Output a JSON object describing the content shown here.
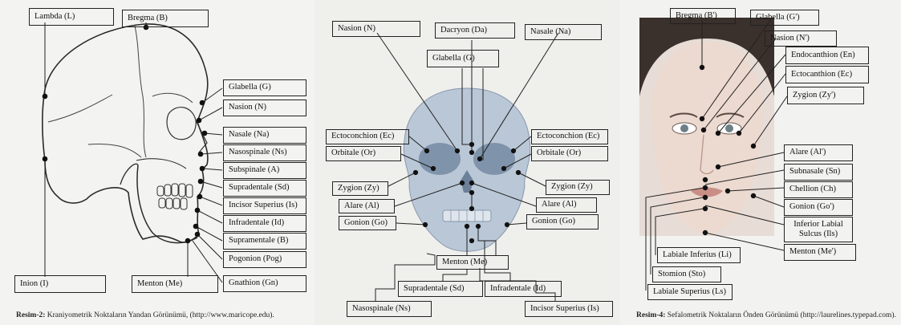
{
  "panel1": {
    "labels": {
      "lambda": "Lambda (L)",
      "bregma": "Bregma (B)",
      "glabella": "Glabella (G)",
      "nasion": "Nasion (N)",
      "nasale": "Nasale (Na)",
      "nasospinale": "Nasospinale (Ns)",
      "subspinale": "Subspinale (A)",
      "supradentale": "Supradentale (Sd)",
      "incisor": "Incisor Superius (Is)",
      "infradentale": "Infradentale (Id)",
      "supramentale": "Supramentale (B)",
      "pogonion": "Pogonion (Pog)",
      "gnathion": "Gnathion (Gn)",
      "menton": "Menton (Me)",
      "inion": "Inion (I)"
    },
    "caption_bold": "Resim-2:",
    "caption_text": " Kraniyometrik Noktaların Yandan Görünümü, (http://www.maricope.edu)."
  },
  "panel2": {
    "labels": {
      "nasion": "Nasion (N)",
      "dacryon": "Dacryon (Da)",
      "nasale": "Nasale (Na)",
      "glabella": "Glabella (G)",
      "ecto_l": "Ectoconchion (Ec)",
      "orbitale_l": "Orbitale (Or)",
      "zygion_l": "Zygion (Zy)",
      "alare_l": "Alare (Al)",
      "gonion_l": "Gonion (Go)",
      "ecto_r": "Ectoconchion (Ec)",
      "orbitale_r": "Orbitale (Or)",
      "zygion_r": "Zygion (Zy)",
      "alare_r": "Alare (Al)",
      "gonion_r": "Gonion (Go)",
      "menton": "Menton (Me)",
      "supradentale": "Supradentale (Sd)",
      "infradentale": "Infradentale (Id)",
      "nasospinale": "Nasospinale (Ns)",
      "incisor": "Incisor Superius (Is)"
    }
  },
  "panel3": {
    "labels": {
      "bregma": "Bregma (B')",
      "glabella": "Glabella (G')",
      "nasion": "Nasion (N')",
      "endocanthion": "Endocanthion (En)",
      "ectocanthion": "Ectocanthion (Ec)",
      "zygion": "Zygion (Zy')",
      "alare": "Alare (Al')",
      "subnasale": "Subnasale (Sn)",
      "chellion": "Chellion (Ch)",
      "gonion": "Gonion (Go')",
      "inferior_labial": "Inferior Labial Sulcus (Ils)",
      "menton": "Menton (Me')",
      "labiale_inferius": "Labiale Inferius (Li)",
      "stomion": "Stomion (Sto)",
      "labiale_superius": "Labiale Superius (Ls)"
    },
    "caption_bold": "Resim-4:",
    "caption_text": " Sefalometrik Noktaların Önden Görünümü (http://laurelines.typepad.com)."
  },
  "colors": {
    "paper": "#f2f2f0",
    "ink": "#1c1c1c",
    "skull_blue": "#9fb2c8"
  }
}
